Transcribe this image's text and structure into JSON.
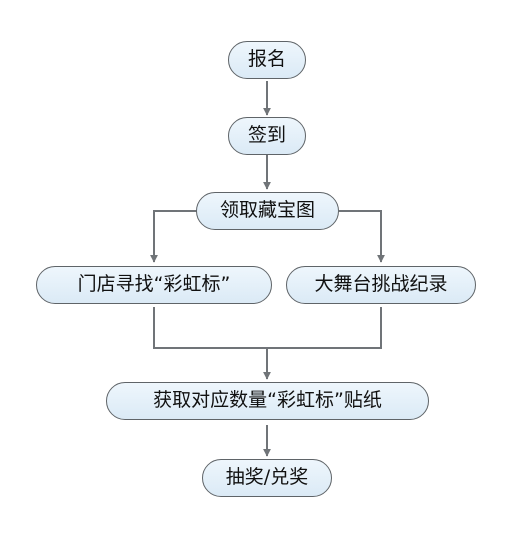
{
  "flowchart": {
    "nodes": {
      "signup": "报名",
      "checkin": "签到",
      "get_map": "领取藏宝图",
      "store_search": "门店寻找“彩虹标”",
      "stage_challenge": "大舞台挑战纪录",
      "collect_stickers": "获取对应数量“彩虹标”贴纸",
      "lottery_redeem": "抽奖/兑奖"
    },
    "edges": [
      [
        "signup",
        "checkin"
      ],
      [
        "checkin",
        "get_map"
      ],
      [
        "get_map",
        "store_search"
      ],
      [
        "get_map",
        "stage_challenge"
      ],
      [
        "store_search",
        "collect_stickers"
      ],
      [
        "stage_challenge",
        "collect_stickers"
      ],
      [
        "collect_stickers",
        "lottery_redeem"
      ]
    ],
    "colors": {
      "node_fill_top": "#eef6fc",
      "node_fill_bottom": "#dbeaf6",
      "node_border": "#5f6468",
      "connector": "#707478",
      "text": "#111111"
    }
  }
}
